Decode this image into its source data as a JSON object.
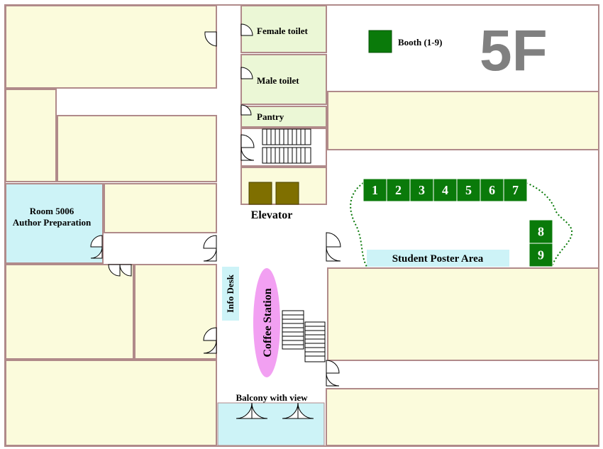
{
  "floor_label": "5F",
  "legend": {
    "label": "Booth (1-9)",
    "color": "#0a7a0a"
  },
  "colors": {
    "room": "#fbfbdc",
    "wall": "#b08a8a",
    "service": "#ebf7d6",
    "highlight": "#cdf3f7",
    "coffee": "#f2a0f2",
    "elevator": "#7f6f00",
    "booth": "#0a7a0a",
    "floor_text": "#808080"
  },
  "labels": {
    "female_toilet": "Female toilet",
    "male_toilet": "Male toilet",
    "pantry": "Pantry",
    "elevator": "Elevator",
    "room_5006_line1": "Room 5006",
    "room_5006_line2": "Author Preparation",
    "info_desk": "Info Desk",
    "coffee_station": "Coffee Station",
    "balcony": "Balcony with view",
    "student_poster_area": "Student Poster Area"
  },
  "booths_row": [
    "1",
    "2",
    "3",
    "4",
    "5",
    "6",
    "7"
  ],
  "booths_column": [
    "8",
    "9"
  ]
}
